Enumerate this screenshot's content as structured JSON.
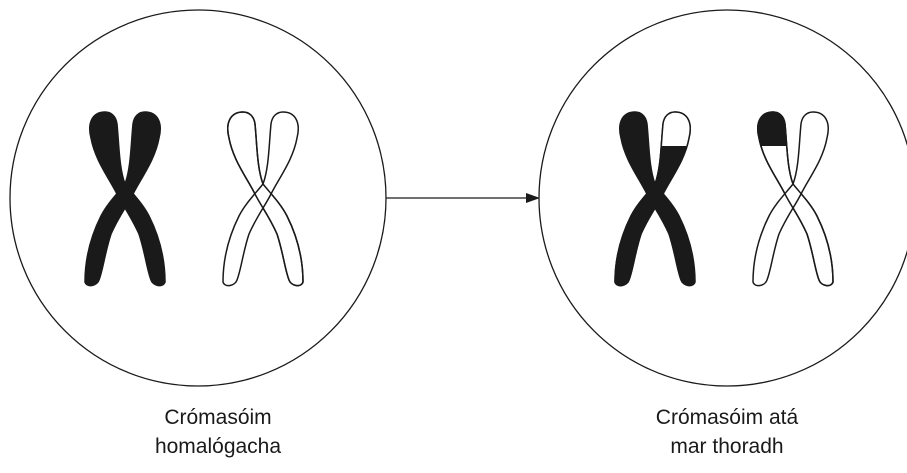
{
  "captions": {
    "left": [
      "Crómasóim",
      "homalógacha"
    ],
    "right": [
      "Crómasóim atá",
      "mar thoradh"
    ]
  },
  "colors": {
    "outline": "#1a1a1a",
    "dark_chromosome": "#1a1a1a",
    "light_chromosome": "#ffffff"
  }
}
